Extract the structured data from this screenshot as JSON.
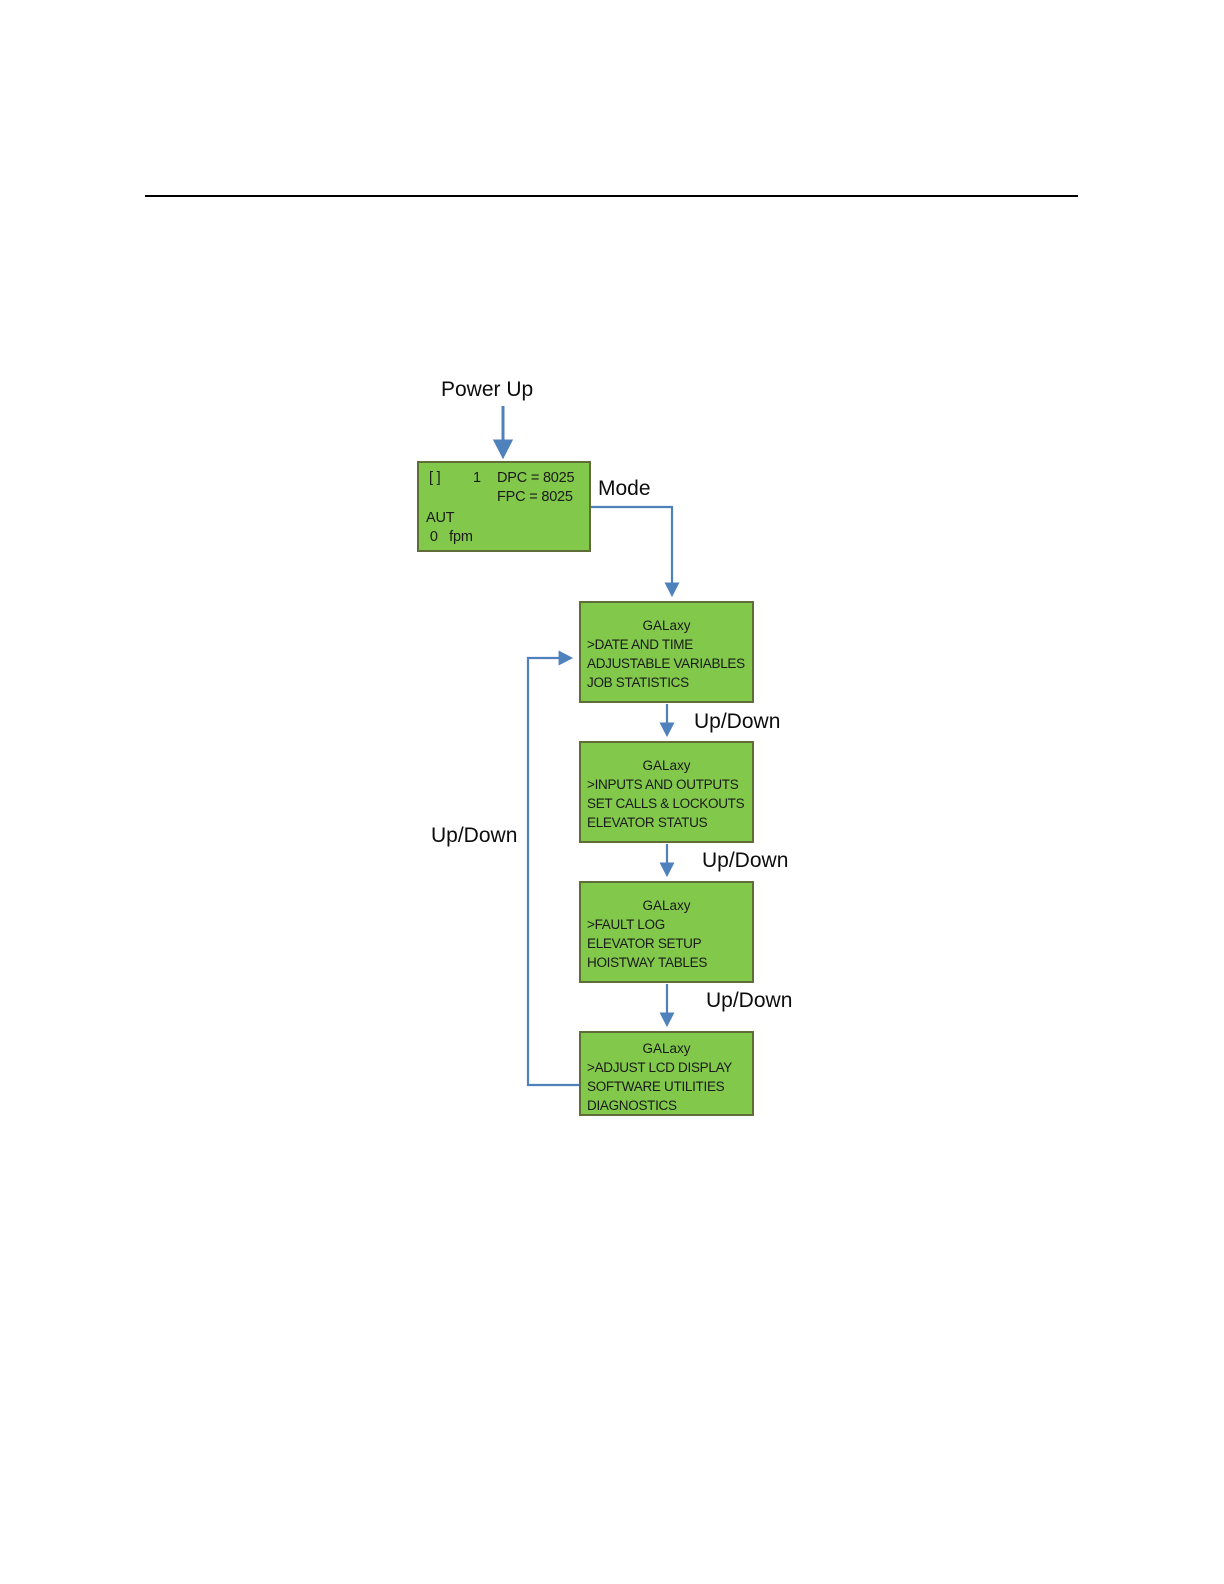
{
  "page": {
    "background_color": "#ffffff",
    "rule_color": "#000000"
  },
  "theme": {
    "lcd_fill": "#82C84B",
    "lcd_border": "#5F6E38",
    "connector_color": "#4F81BD",
    "text_color": "#1a1a1a"
  },
  "labels": {
    "power_up": "Power Up",
    "mode": "Mode",
    "up_down_1": "Up/Down",
    "up_down_2": "Up/Down",
    "up_down_3": "Up/Down",
    "up_down_loop": "Up/Down"
  },
  "status_display": {
    "brackets": "[ ]",
    "floor": "1",
    "dpc": "DPC = 8025",
    "fpc": "FPC = 8025",
    "mode": "AUT",
    "speed": " 0   fpm"
  },
  "menus": [
    {
      "title": "GALaxy",
      "items": [
        ">DATE AND TIME",
        "ADJUSTABLE VARIABLES",
        "JOB STATISTICS"
      ]
    },
    {
      "title": "GALaxy",
      "items": [
        ">INPUTS AND OUTPUTS",
        "SET CALLS & LOCKOUTS",
        "ELEVATOR STATUS"
      ]
    },
    {
      "title": "GALaxy",
      "items": [
        ">FAULT LOG",
        "ELEVATOR SETUP",
        "HOISTWAY TABLES"
      ]
    },
    {
      "title": "GALaxy",
      "items": [
        ">ADJUST LCD DISPLAY",
        "SOFTWARE UTILITIES",
        "DIAGNOSTICS"
      ]
    }
  ]
}
